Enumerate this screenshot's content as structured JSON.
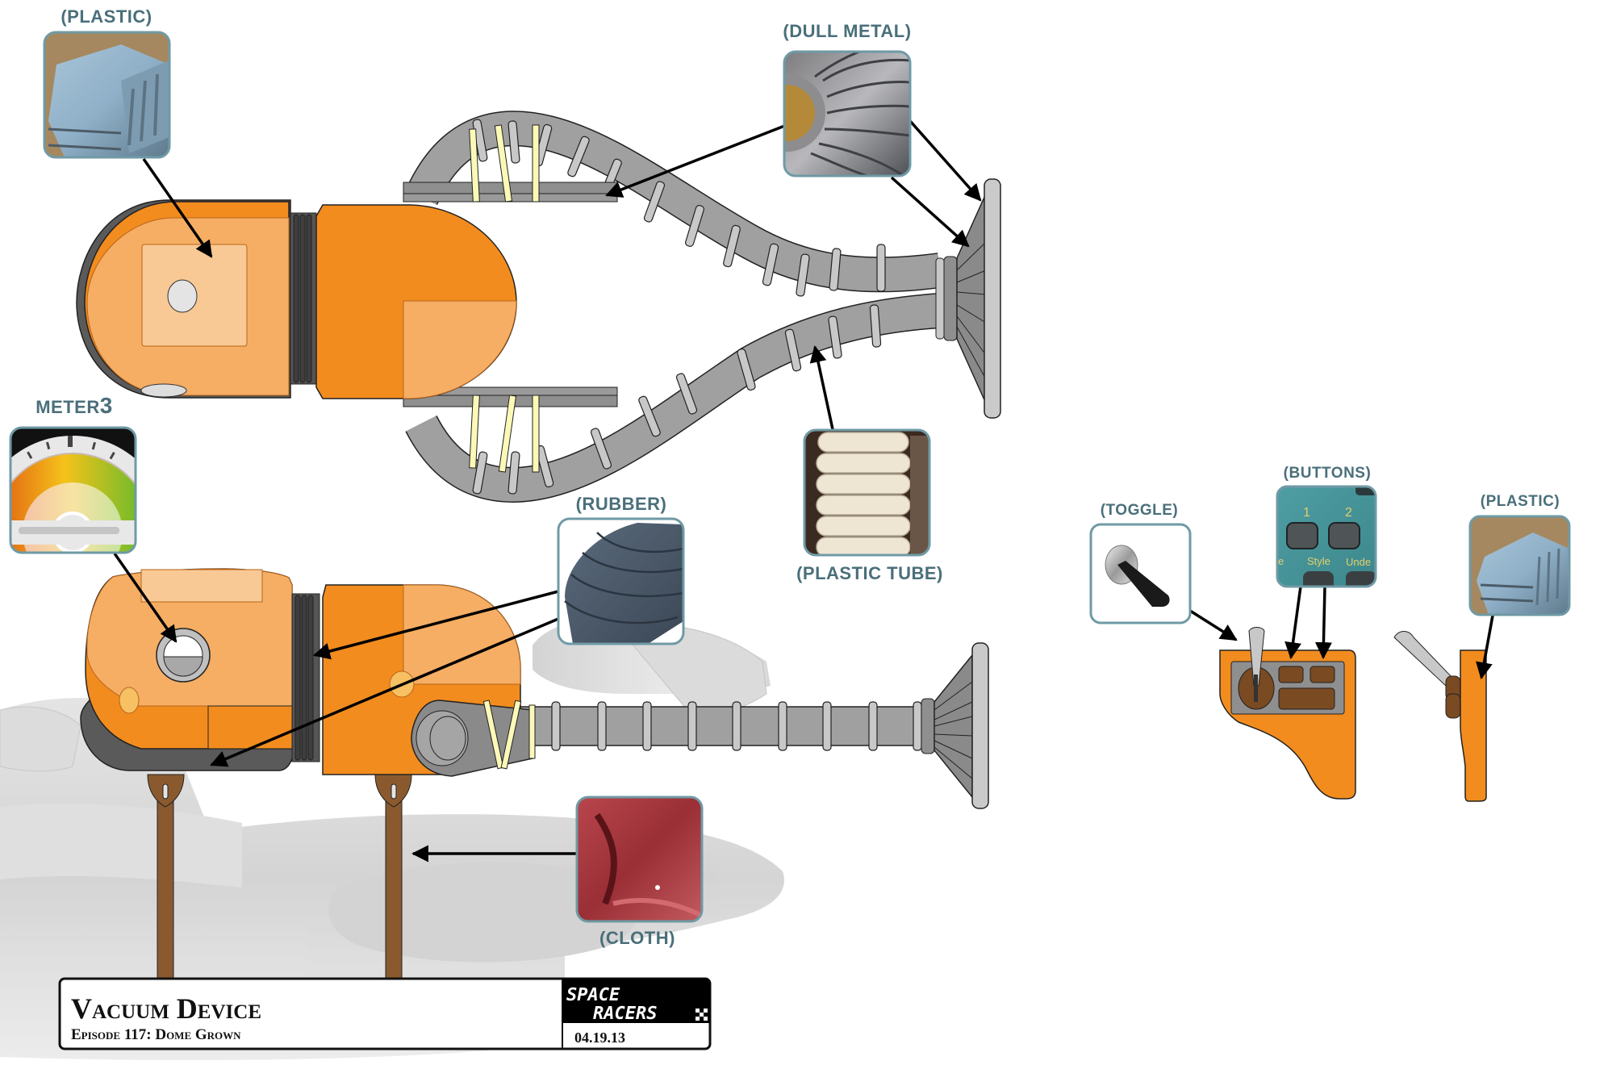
{
  "document": {
    "title": "Vacuum Device",
    "subtitle": "Episode 117: Dome Grown",
    "logo_line1": "SPACE",
    "logo_line2": "RACERS",
    "date": "04.19.13"
  },
  "callouts": {
    "plastic_top": {
      "label": "(PLASTIC)",
      "swatch": "plastic-photo"
    },
    "dull_metal": {
      "label": "(DULL METAL)",
      "swatch": "turbine-photo"
    },
    "meter": {
      "label": "METER",
      "label_suffix": "3",
      "swatch": "gauge-graphic"
    },
    "rubber": {
      "label": "(RUBBER)",
      "swatch": "rubber-bellows-photo"
    },
    "plastic_tube": {
      "label": "(PLASTIC TUBE)",
      "swatch": "corrugated-tube-photo"
    },
    "cloth": {
      "label": "(CLOTH)",
      "swatch": "red-cloth-photo"
    },
    "toggle": {
      "label": "(TOGGLE)",
      "swatch": "toggle-switch-photo"
    },
    "buttons": {
      "label": "(BUTTONS)",
      "swatch": "keypad-photo",
      "key_labels": [
        "1",
        "2",
        "Style",
        "Unde",
        "e"
      ]
    },
    "plastic_right": {
      "label": "(PLASTIC)",
      "swatch": "plastic-photo"
    }
  },
  "colors": {
    "orange": "#f28c1e",
    "orange_light": "#f5ae64",
    "orange_pale": "#f8c994",
    "dark_gray": "#5a5a5a",
    "hose_gray": "#a0a0a0",
    "ring_gray": "#c8c8c8",
    "strap_brown": "#8a5a2e",
    "tape_yellow": "#fcf9b8",
    "label_teal": "#4a6f7a",
    "frame_teal": "#6f9aa5"
  }
}
